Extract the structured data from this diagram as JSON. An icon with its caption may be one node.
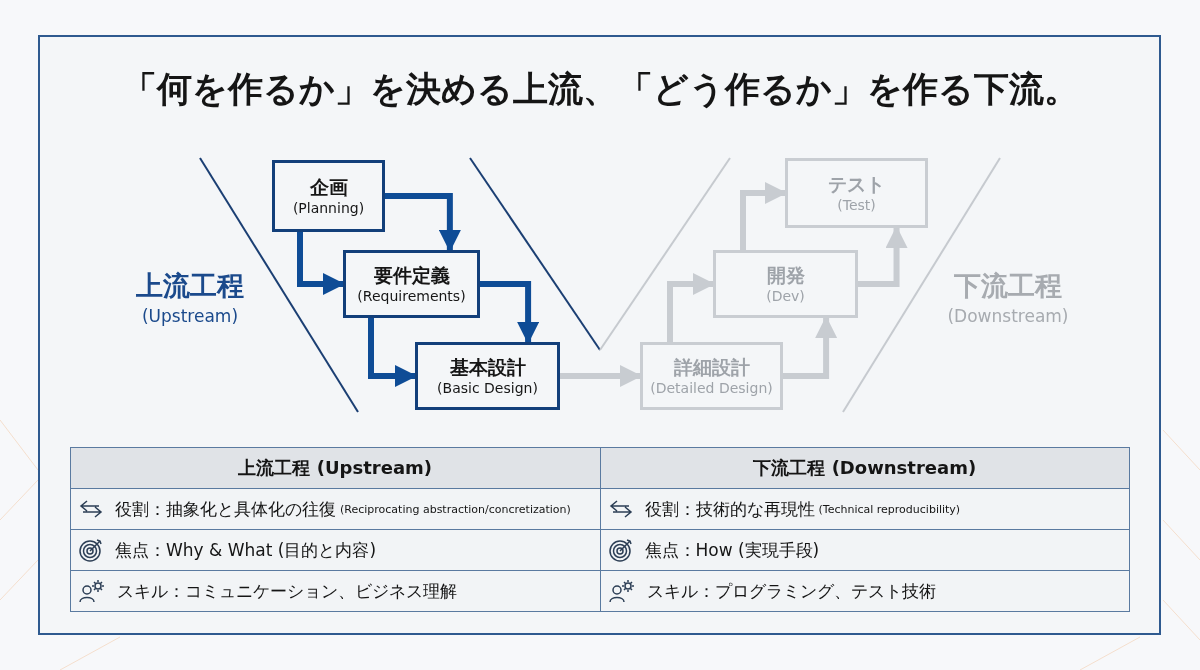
{
  "diagram": {
    "title": "「何を作るか」を決める上流、「どう作るか」を作る下流。",
    "nodes": [
      {
        "text": [
          "企画",
          "(Planning)"
        ]
      },
      {
        "text": [
          "要件定義",
          "(Requirements)"
        ]
      },
      {
        "text": [
          "基本設計",
          "(Basic Design)"
        ]
      },
      {
        "text": [
          "詳細設計",
          "(Detailed Design)"
        ]
      },
      {
        "text": [
          "開発",
          "(Dev)"
        ]
      },
      {
        "text": [
          "テスト",
          "(Test)"
        ]
      }
    ],
    "edges": [
      {
        "from": 0,
        "to": 1,
        "arrow": "to",
        "color": "#0e4c96"
      },
      {
        "from": 0,
        "to": 1,
        "arrow": "to",
        "color": "#0e4c96"
      },
      {
        "from": 1,
        "to": 2,
        "arrow": "to",
        "color": "#0e4c96"
      },
      {
        "from": 1,
        "to": 2,
        "arrow": "to",
        "color": "#0e4c96"
      },
      {
        "from": 2,
        "to": 3,
        "arrow": "to"
      },
      {
        "from": 3,
        "to": 4,
        "arrow": "to"
      },
      {
        "from": 3,
        "to": 4,
        "arrow": "to"
      },
      {
        "from": 4,
        "to": 5,
        "arrow": "to"
      },
      {
        "from": 4,
        "to": 5,
        "arrow": "to"
      }
    ],
    "labels": [
      "上流工程",
      "(Upstream)",
      "下流工程",
      "(Downstream)",
      "上流工程 (Upstream)",
      "下流工程 (Downstream)",
      "役割：抽象化と具体化の往復",
      "(Reciprocating abstraction/concretization)",
      "役割：技術的な再現性",
      "(Technical reproducibility)",
      "焦点：Why & What (目的と内容)",
      "焦点：How (実現手段)",
      "スキル：コミュニケーション、ビジネス理解",
      "スキル：プログラミング、テスト技術"
    ]
  }
}
